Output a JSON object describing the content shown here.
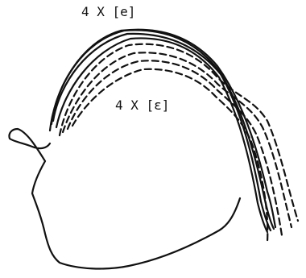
{
  "labels": {
    "solid_group": "4 X [e]",
    "dashed_group": "4 X [ε]"
  },
  "legend_symbol": {
    "solid": "solid-line",
    "dashed": "dashed-line"
  }
}
